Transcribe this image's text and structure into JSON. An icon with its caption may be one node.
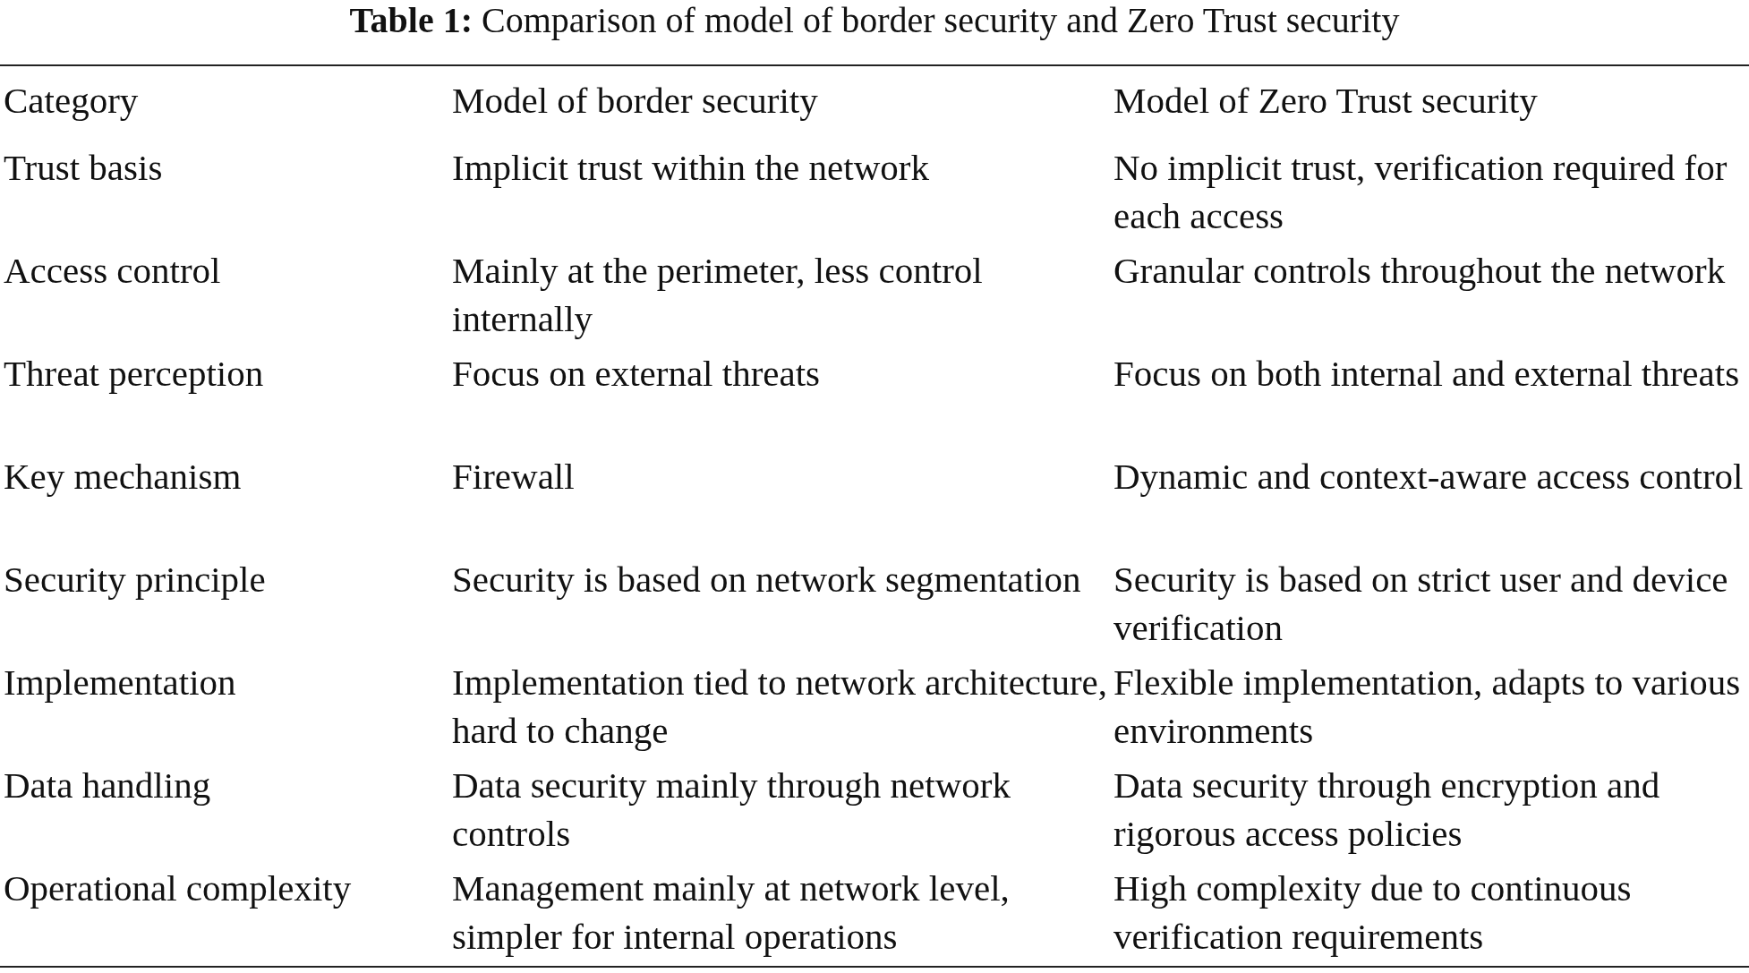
{
  "diagram": {
    "title": "**Table 1:**  Comparison of model of border security and Zero Trust security",
    "labels": [
      "Category",
      "Model of border security",
      "Model of Zero Trust security",
      "Trust basis",
      "Implicit trust within the network",
      "No implicit trust, verification required for each access",
      "Access control",
      "Mainly at the perimeter, less control internally",
      "Granular controls throughout the network",
      "Threat perception",
      "Focus on external threats",
      "Focus on both internal and external threats",
      "Key mechanism",
      "Firewall",
      "Dynamic and context-aware access control",
      "Security principle",
      "Security is based on network segmentation",
      "Security is based on strict user and device verification",
      "Implementation",
      "Implementation tied to network architecture, hard to change",
      "Flexible implementation, adapts to various environments",
      "Data handling",
      "Data security mainly through network controls",
      "Data security through encryption and rigorous access policies",
      "Operational complexity",
      "Management mainly at network level, simpler for internal operations",
      "High complexity due to continuous verification requirements"
    ]
  }
}
